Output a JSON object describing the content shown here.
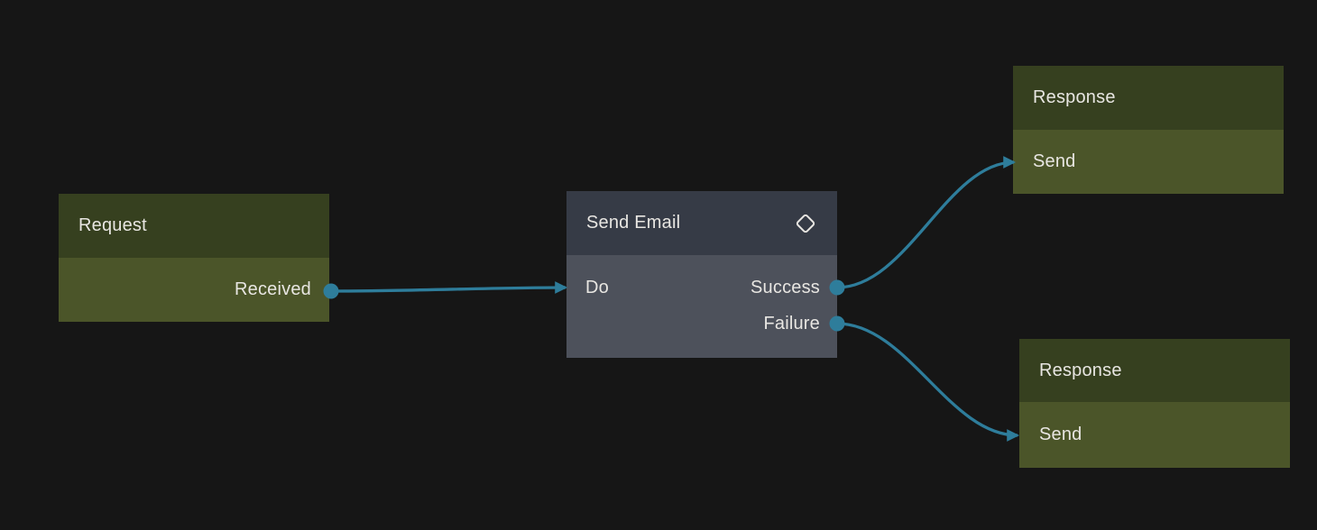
{
  "canvas": {
    "background_color": "#161616",
    "edge_color": "#2e7d9b",
    "port_color": "#2e7d9b",
    "text_color": "#e8e6e2",
    "olive_header_color": "#36401f",
    "olive_body_color": "#4b5529",
    "slate_header_color": "#363b46",
    "slate_body_color": "#4d515b"
  },
  "nodes": {
    "request": {
      "title": "Request",
      "outputs": [
        {
          "label": "Received"
        }
      ]
    },
    "send_email": {
      "title": "Send Email",
      "icon": "diamond-icon",
      "inputs": [
        {
          "label": "Do"
        }
      ],
      "outputs": [
        {
          "label": "Success"
        },
        {
          "label": "Failure"
        }
      ]
    },
    "response_success": {
      "title": "Response",
      "inputs": [
        {
          "label": "Send"
        }
      ]
    },
    "response_failure": {
      "title": "Response",
      "inputs": [
        {
          "label": "Send"
        }
      ]
    }
  },
  "edges": [
    {
      "from": "Request.Received",
      "to": "Send Email.Do"
    },
    {
      "from": "Send Email.Success",
      "to": "Response.Send"
    },
    {
      "from": "Send Email.Failure",
      "to": "Response.Send"
    }
  ]
}
